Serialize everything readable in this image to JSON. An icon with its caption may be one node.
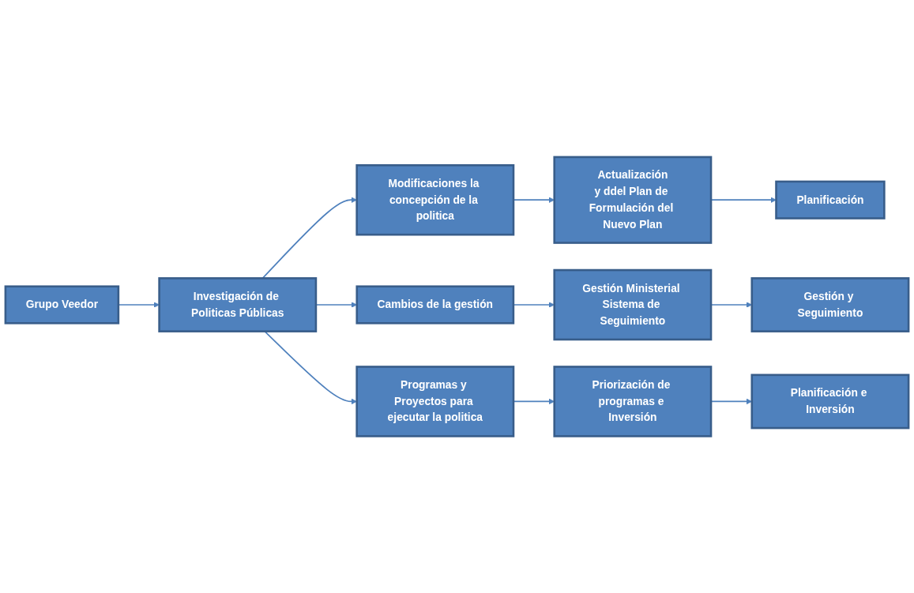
{
  "diagram": {
    "nodes": [
      {
        "text": [
          "Grupo Veedor"
        ]
      },
      {
        "text": [
          "Investigación de Politicas Públicas"
        ]
      },
      {
        "text": [
          "Modificaciones la concepción de la politica"
        ]
      },
      {
        "text": [
          "Actualización",
          "y ddel Plan de Formulación del Nuevo Plan"
        ]
      },
      {
        "text": [
          "Planificación"
        ]
      },
      {
        "text": [
          "Cambios de la gestión"
        ]
      },
      {
        "text": [
          "Gestión Ministerial Sistema de Seguimiento"
        ]
      },
      {
        "text": [
          "Gestión y Seguimiento"
        ]
      },
      {
        "text": [
          "Programas y Proyectos para ejecutar la politica"
        ]
      },
      {
        "text": [
          "Priorización de programas e Inversión"
        ]
      },
      {
        "text": [
          "Planificación e Inversión"
        ]
      }
    ],
    "edges": [
      {
        "from": 0,
        "to": 1,
        "arrow": "to"
      },
      {
        "from": 1,
        "to": 2,
        "arrow": "to"
      },
      {
        "from": 1,
        "to": 5,
        "arrow": "to"
      },
      {
        "from": 1,
        "to": 8,
        "arrow": "to"
      },
      {
        "from": 2,
        "to": 3,
        "arrow": "to"
      },
      {
        "from": 3,
        "to": 4,
        "arrow": "to"
      },
      {
        "from": 5,
        "to": 6,
        "arrow": "to"
      },
      {
        "from": 6,
        "to": 7,
        "arrow": "to"
      },
      {
        "from": 8,
        "to": 9,
        "arrow": "to"
      },
      {
        "from": 9,
        "to": 10,
        "arrow": "to"
      }
    ]
  }
}
